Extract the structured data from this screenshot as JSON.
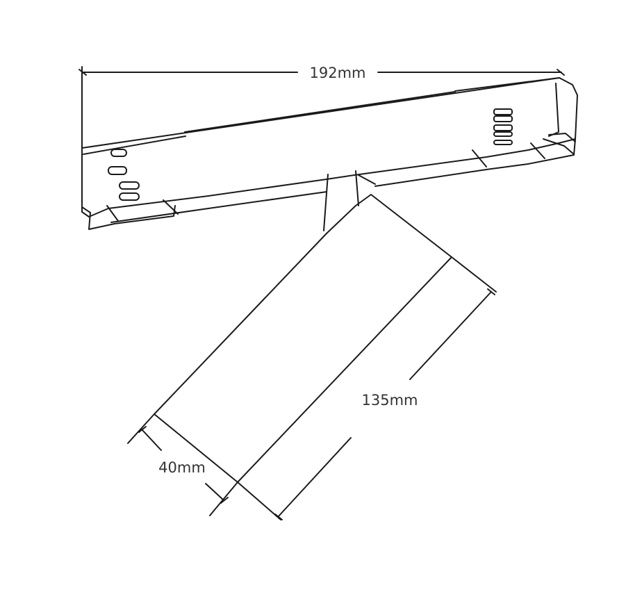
{
  "diagram": {
    "dimensions": {
      "length_label": "192mm",
      "spot_length_label": "135mm",
      "spot_diameter_label": "40mm"
    }
  }
}
